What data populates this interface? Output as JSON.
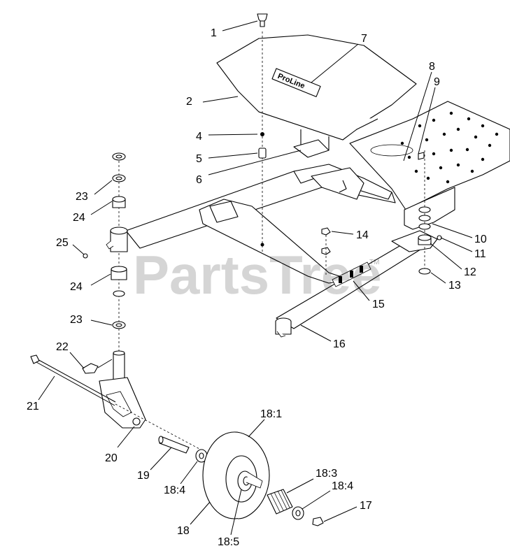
{
  "watermark": {
    "text": "PartsTree",
    "trademark": "TM"
  },
  "decal_text": "ProLine",
  "callouts": [
    {
      "id": "c1",
      "label": "1"
    },
    {
      "id": "c2",
      "label": "2"
    },
    {
      "id": "c4",
      "label": "4"
    },
    {
      "id": "c5",
      "label": "5"
    },
    {
      "id": "c6",
      "label": "6"
    },
    {
      "id": "c7",
      "label": "7"
    },
    {
      "id": "c8",
      "label": "8"
    },
    {
      "id": "c9",
      "label": "9"
    },
    {
      "id": "c10",
      "label": "10"
    },
    {
      "id": "c11",
      "label": "11"
    },
    {
      "id": "c12",
      "label": "12"
    },
    {
      "id": "c13",
      "label": "13"
    },
    {
      "id": "c14",
      "label": "14"
    },
    {
      "id": "c15",
      "label": "15"
    },
    {
      "id": "c16",
      "label": "16"
    },
    {
      "id": "c17",
      "label": "17"
    },
    {
      "id": "c18",
      "label": "18"
    },
    {
      "id": "c181",
      "label": "18:1"
    },
    {
      "id": "c183",
      "label": "18:3"
    },
    {
      "id": "c184a",
      "label": "18:4"
    },
    {
      "id": "c184b",
      "label": "18:4"
    },
    {
      "id": "c185",
      "label": "18:5"
    },
    {
      "id": "c19",
      "label": "19"
    },
    {
      "id": "c20",
      "label": "20"
    },
    {
      "id": "c21",
      "label": "21"
    },
    {
      "id": "c22",
      "label": "22"
    },
    {
      "id": "c23a",
      "label": "23"
    },
    {
      "id": "c23b",
      "label": "23"
    },
    {
      "id": "c24a",
      "label": "24"
    },
    {
      "id": "c24b",
      "label": "24"
    },
    {
      "id": "c25",
      "label": "25"
    }
  ]
}
